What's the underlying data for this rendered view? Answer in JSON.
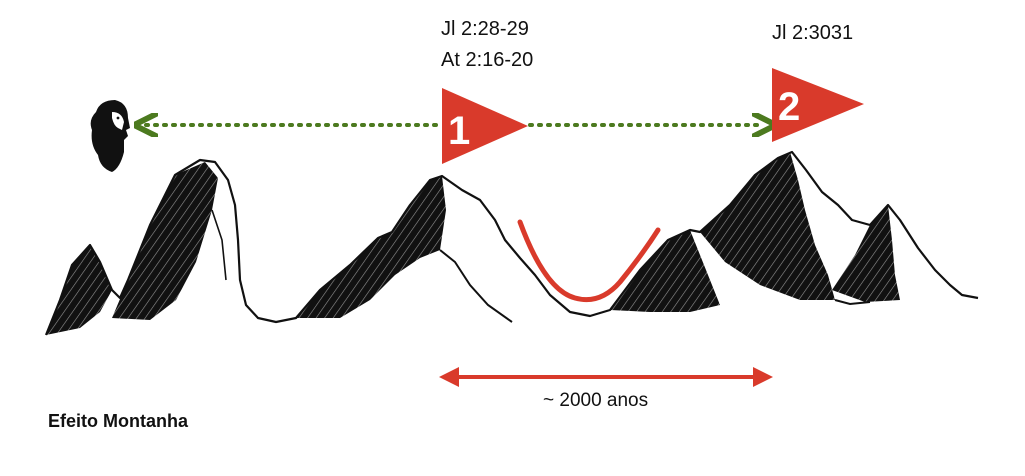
{
  "references": {
    "first": [
      "Jl 2:28-29",
      "At 2:16-20"
    ],
    "second": [
      "Jl 2:3031"
    ]
  },
  "flags": {
    "first_number": "1",
    "second_number": "2"
  },
  "span_label": "~ 2000 anos",
  "caption": "Efeito Montanha",
  "colors": {
    "flag": "#d93a2b",
    "dotted": "#4c7a1f",
    "ink": "#111111",
    "span_arrow": "#d93a2b"
  },
  "icons": {
    "prophet": "prophet-head-icon"
  }
}
